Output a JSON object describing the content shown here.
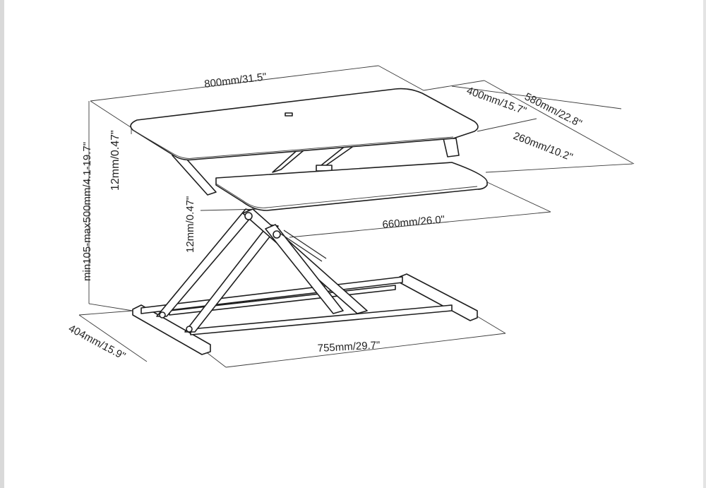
{
  "diagram": {
    "dimensions": {
      "top_width": "800mm/31.5\"",
      "top_depth": "400mm/15.7\"",
      "overall_depth": "580mm/22.8\"",
      "keyboard_depth": "260mm/10.2\"",
      "keyboard_width": "660mm/26.0\"",
      "top_thickness": "12mm/0.47\"",
      "keyboard_thickness": "12mm/0.47\"",
      "height_range": "min105-max500mm/4.1-19.7\"",
      "base_width": "755mm/29.7\"",
      "base_depth": "404mm/15.9\""
    },
    "colors": {
      "line": "#2a2a2a",
      "background": "#ffffff"
    }
  }
}
